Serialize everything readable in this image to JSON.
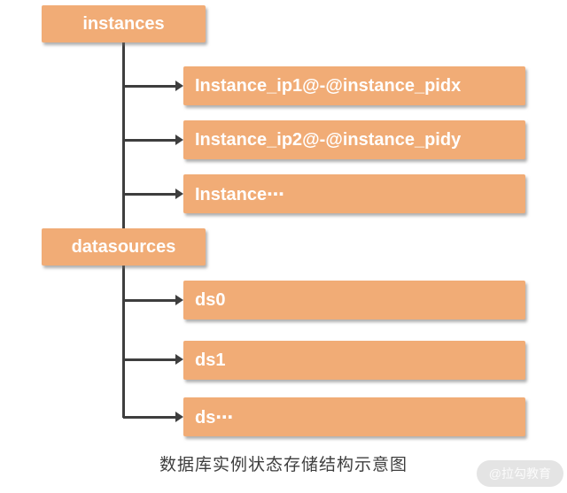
{
  "diagram": {
    "instances": {
      "label": "instances",
      "children": [
        {
          "label": "Instance_ip1@-@instance_pidx"
        },
        {
          "label": "Instance_ip2@-@instance_pidy"
        },
        {
          "label": "Instance⋯"
        }
      ]
    },
    "datasources": {
      "label": "datasources",
      "children": [
        {
          "label": "ds0"
        },
        {
          "label": "ds1"
        },
        {
          "label": "ds⋯"
        }
      ]
    }
  },
  "caption": "数据库实例状态存储结构示意图",
  "watermark": "@拉勾教育",
  "colors": {
    "node_fill": "#F1AC76",
    "node_text": "#FFFFFF",
    "connector": "#3E3E3E",
    "caption_text": "#3E3E3E",
    "watermark_bg": "#E4E4E4",
    "watermark_text": "#FBFBFB",
    "background": "#FFFFFF"
  }
}
